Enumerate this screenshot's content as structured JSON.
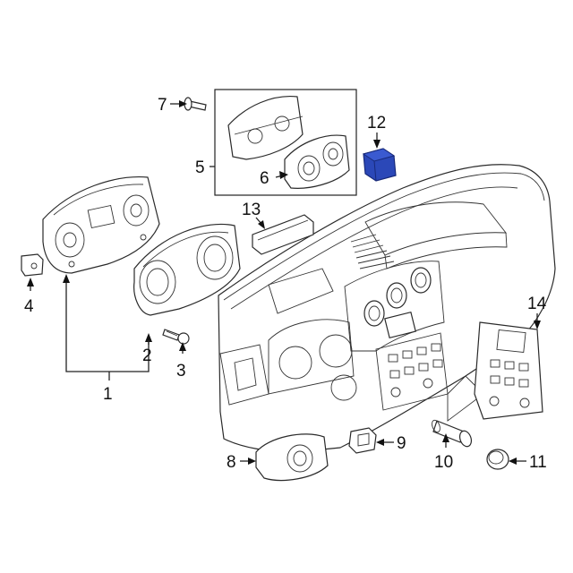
{
  "diagram": {
    "callouts": [
      {
        "id": "c1",
        "text": "1"
      },
      {
        "id": "c2",
        "text": "2"
      },
      {
        "id": "c3",
        "text": "3"
      },
      {
        "id": "c4",
        "text": "4"
      },
      {
        "id": "c5",
        "text": "5"
      },
      {
        "id": "c6",
        "text": "6"
      },
      {
        "id": "c7",
        "text": "7"
      },
      {
        "id": "c8",
        "text": "8"
      },
      {
        "id": "c9",
        "text": "9"
      },
      {
        "id": "c10",
        "text": "10"
      },
      {
        "id": "c11",
        "text": "11"
      },
      {
        "id": "c12",
        "text": "12"
      },
      {
        "id": "c13",
        "text": "13"
      },
      {
        "id": "c14",
        "text": "14"
      }
    ],
    "colors": {
      "highlight": "#2b48b8",
      "highlight_dark": "#182a7a",
      "line": "#222222",
      "background": "#ffffff"
    }
  }
}
